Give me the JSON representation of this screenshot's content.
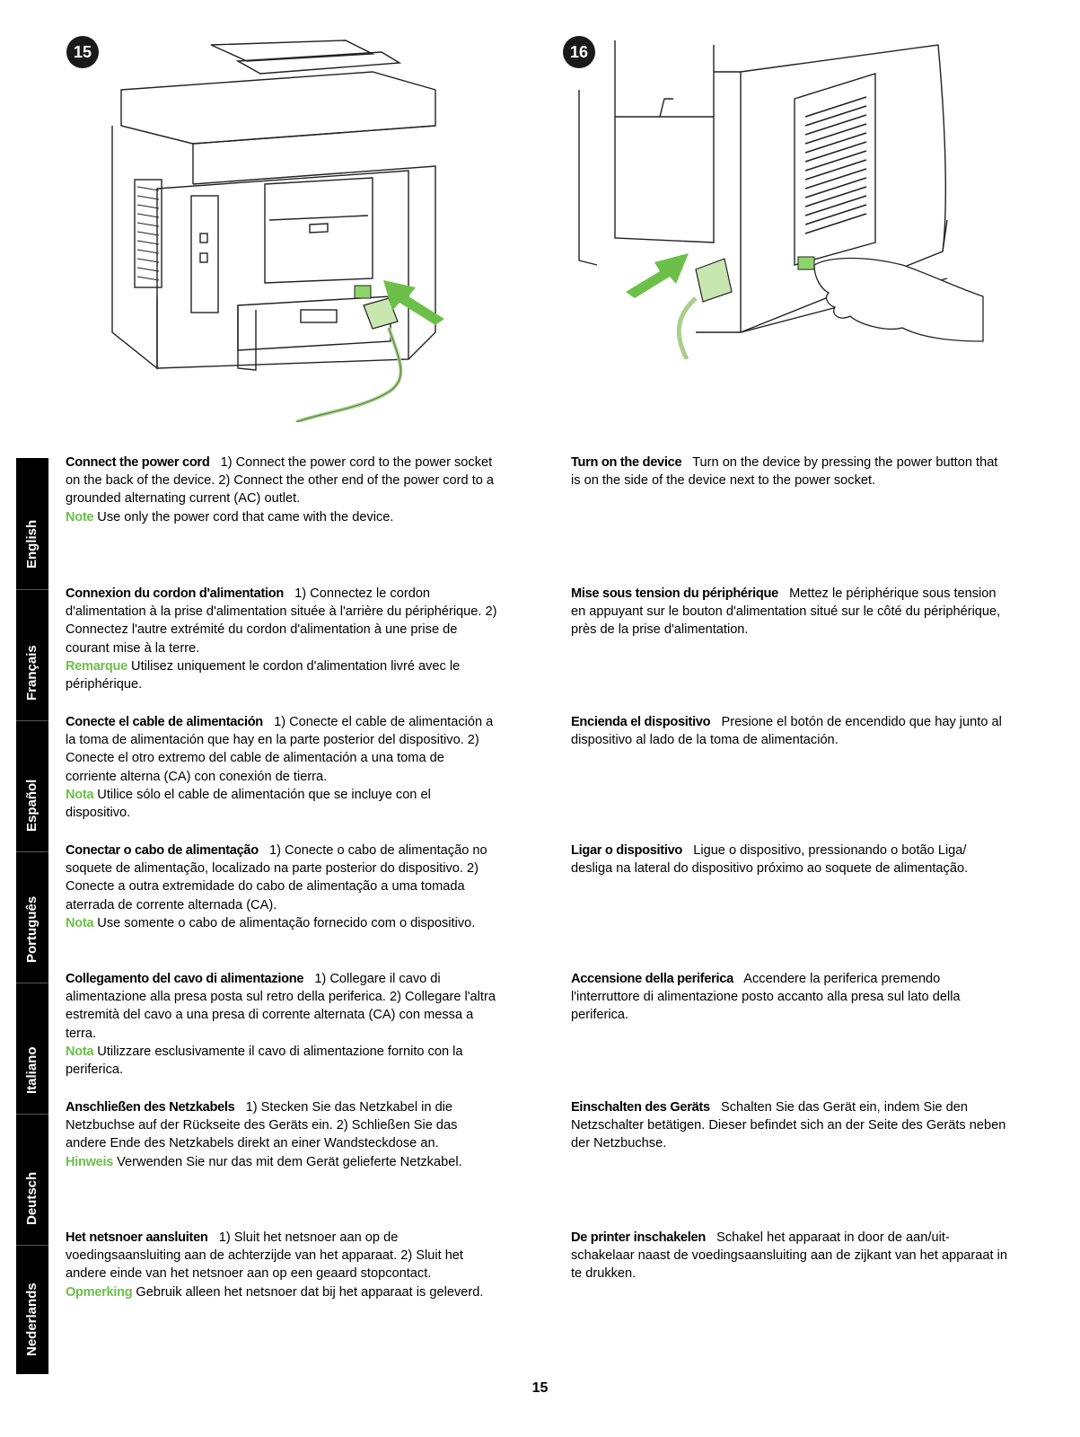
{
  "steps": {
    "left_number": "15",
    "right_number": "16"
  },
  "colors": {
    "accent": "#6cc04a",
    "sidebar": "#000000"
  },
  "languages": [
    "English",
    "Français",
    "Español",
    "Português",
    "Italiano",
    "Deutsch",
    "Nederlands"
  ],
  "sections": [
    {
      "left": {
        "heading": "Connect the power cord",
        "body": "1) Connect the power cord to the power socket on the back of the device. 2) Connect the other end of the power cord to a grounded alternating current (AC) outlet.",
        "note_label": "Note",
        "note_text": "Use only the power cord that came with the device."
      },
      "right": {
        "heading": "Turn on the device",
        "body": "Turn on the device by pressing the power button that is on the side of the device next to the power socket."
      }
    },
    {
      "left": {
        "heading": "Connexion du cordon d'alimentation",
        "body": "1) Connectez le cordon d'alimentation à la prise d'alimentation située à l'arrière du périphérique. 2) Connectez l'autre extrémité du cordon d'alimentation à une prise de courant mise à la terre.",
        "note_label": "Remarque",
        "note_text": "Utilisez uniquement le cordon d'alimentation livré avec le périphérique."
      },
      "right": {
        "heading": "Mise sous tension du périphérique",
        "body": "Mettez le périphérique sous tension en appuyant sur le bouton d'alimentation situé sur le côté du périphérique, près de la prise d'alimentation."
      }
    },
    {
      "left": {
        "heading": "Conecte el cable de alimentación",
        "body": "1) Conecte el cable de alimentación a la toma de alimentación que hay en la parte posterior del dispositivo. 2) Conecte el otro extremo del cable de alimentación a una toma de corriente alterna (CA) con conexión de tierra.",
        "note_label": "Nota",
        "note_text": "Utilice sólo el cable de alimentación que se incluye con el dispositivo."
      },
      "right": {
        "heading": "Encienda el dispositivo",
        "body": "Presione el botón de encendido que hay junto al dispositivo al lado de la toma de alimentación."
      }
    },
    {
      "left": {
        "heading": "Conectar o cabo de alimentação",
        "body": "1) Conecte o cabo de alimentação no soquete de alimentação, localizado na parte posterior do dispositivo. 2) Conecte a outra extremidade do cabo de alimentação a uma tomada aterrada de corrente alternada (CA).",
        "note_label": "Nota",
        "note_text": "Use somente o cabo de alimentação fornecido com o dispositivo."
      },
      "right": {
        "heading": "Ligar o dispositivo",
        "body": "Ligue o dispositivo, pressionando o botão Liga/ desliga na lateral do dispositivo próximo ao soquete de alimentação."
      }
    },
    {
      "left": {
        "heading": "Collegamento del cavo di alimentazione",
        "body": "1) Collegare il cavo di alimentazione alla presa posta sul retro della periferica. 2) Collegare l'altra estremità del cavo a una presa di corrente alternata (CA) con messa a terra.",
        "note_label": "Nota",
        "note_text": "Utilizzare esclusivamente il cavo di alimentazione fornito con la periferica."
      },
      "right": {
        "heading": "Accensione della periferica",
        "body": "Accendere la periferica premendo l'interruttore di alimentazione posto accanto alla presa sul lato della periferica."
      }
    },
    {
      "left": {
        "heading": "Anschließen des Netzkabels",
        "body": "1) Stecken Sie das Netzkabel in die Netzbuchse auf der Rückseite des Geräts ein. 2) Schließen Sie das andere Ende des Netzkabels direkt an einer Wandsteckdose an.",
        "note_label": "Hinweis",
        "note_text": "Verwenden Sie nur das mit dem Gerät gelieferte Netzkabel."
      },
      "right": {
        "heading": "Einschalten des Geräts",
        "body": "Schalten Sie das Gerät ein, indem Sie den Netzschalter betätigen. Dieser befindet sich an der Seite des Geräts neben der Netzbuchse."
      }
    },
    {
      "left": {
        "heading": "Het netsnoer aansluiten",
        "body": "1) Sluit het netsnoer aan op de voedingsaansluiting aan de achterzijde van het apparaat. 2) Sluit het andere einde van het netsnoer aan op een geaard stopcontact.",
        "note_label": "Opmerking",
        "note_text": "Gebruik alleen het netsnoer dat bij het apparaat is geleverd."
      },
      "right": {
        "heading": "De printer inschakelen",
        "body": "Schakel het apparaat in door de aan/uit-schakelaar naast de voedingsaansluiting aan de zijkant van het apparaat in te drukken."
      }
    }
  ],
  "page_number": "15"
}
